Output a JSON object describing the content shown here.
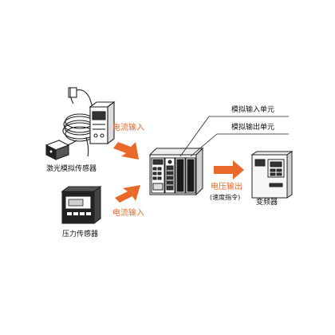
{
  "colors": {
    "accent": "#E8692A",
    "line": "#222222",
    "device_fill": "#f4f4f4"
  },
  "devices": {
    "laser_sensor": {
      "label": "激光模拟传感器"
    },
    "pressure_sensor": {
      "label": "压力传感器"
    },
    "inverter": {
      "label": "变频器"
    }
  },
  "flows": {
    "laser_input": "电流输入",
    "pressure_input": "电流输入",
    "voltage_output": "电压输出",
    "voltage_output_note": "(速度指令)"
  },
  "plc": {
    "analog_input_unit": "模拟输入单元",
    "analog_output_unit": "模拟输出单元"
  }
}
